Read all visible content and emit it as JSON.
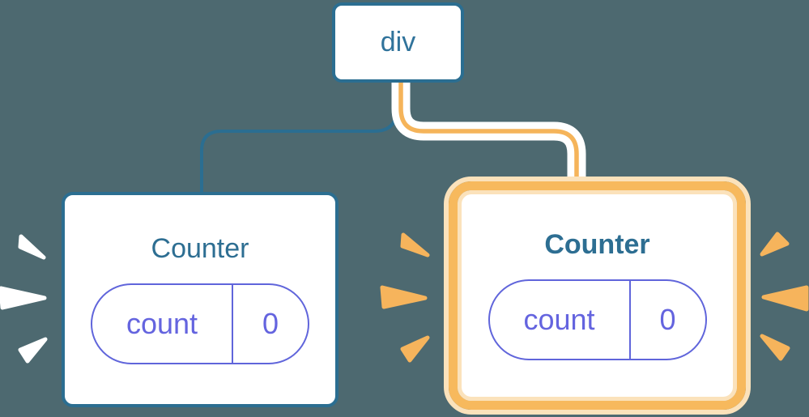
{
  "diagram": {
    "description": "React component tree: a div parent with two Counter children; the right Counter is highlighted (re-rendered) with orange burst marks",
    "root": {
      "label": "div"
    },
    "left_counter": {
      "title": "Counter",
      "state_key": "count",
      "state_value": "0",
      "highlighted": false
    },
    "right_counter": {
      "title": "Counter",
      "state_key": "count",
      "state_value": "0",
      "highlighted": true
    }
  },
  "colors": {
    "background": "#4D6970",
    "node_border_blue": "#2B6E91",
    "node_title_blue": "#2D6E92",
    "div_label_blue": "#30739B",
    "state_pill_indigo": "#6065DB",
    "state_text_indigo": "#6464DF",
    "connector_blue": "#2B6E91",
    "connector_orange": "#F5B45A",
    "connector_casing": "#FFFFFF",
    "highlight_border_orange": "#F7B95D",
    "highlight_glow_pale": "#FBE2BB",
    "sparkle_white": "#FFFFFF",
    "sparkle_orange": "#F6B45C"
  }
}
